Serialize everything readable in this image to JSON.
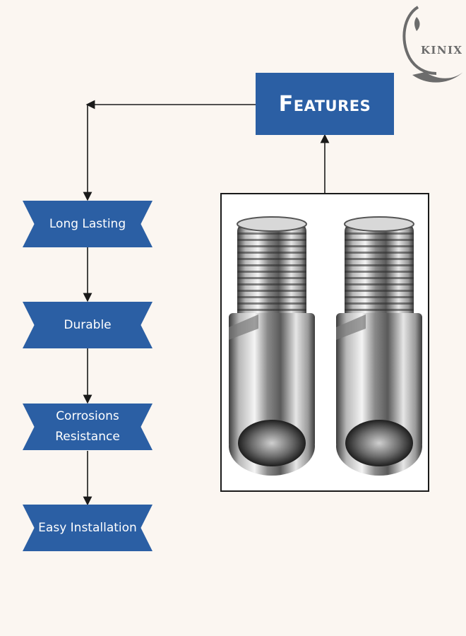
{
  "header": {
    "title": "Features"
  },
  "logo": {
    "text": "KINIX"
  },
  "features": [
    {
      "lines": [
        "Long Lasting"
      ]
    },
    {
      "lines": [
        "Durable"
      ]
    },
    {
      "lines": [
        "Corrosions",
        "Resistance"
      ]
    },
    {
      "lines": [
        "Easy Installation"
      ]
    }
  ],
  "product_image": {
    "subject": "chrome threaded extension nipples",
    "count": 2
  },
  "colors": {
    "accent": "#2b5fa4",
    "background": "#fbf6f1",
    "line": "#1a1a1a",
    "logo": "#6c6c6c"
  }
}
